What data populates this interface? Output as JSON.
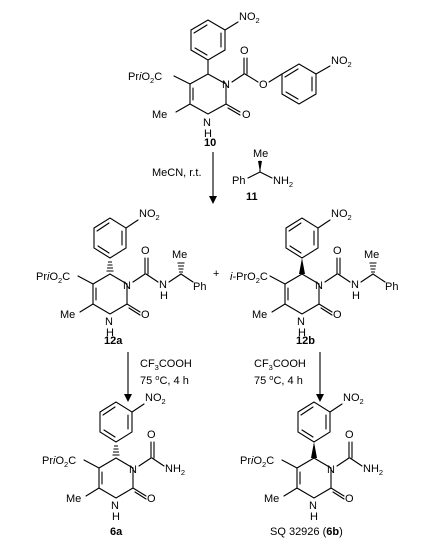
{
  "compounds": {
    "c10": "10",
    "c11": "11",
    "c12a": "12a",
    "c12b": "12b",
    "c6a": "6a",
    "c6b_prefix": "SQ 32926 (",
    "c6b_id": "6b",
    "c6b_suffix": ")"
  },
  "conditions": {
    "step1_solvent": "MeCN, r.t.",
    "step2_reagent": "CF3COOH",
    "step2_temp": "75 °C, 4 h"
  },
  "atoms": {
    "no2": "NO2",
    "pri_o2c": "PriO2C",
    "ipr_o2c": "i-PrO2C",
    "me": "Me",
    "ph": "Ph",
    "n": "N",
    "nh": "NH",
    "h": "H",
    "o": "O",
    "nh2": "NH2",
    "plus": "+"
  }
}
